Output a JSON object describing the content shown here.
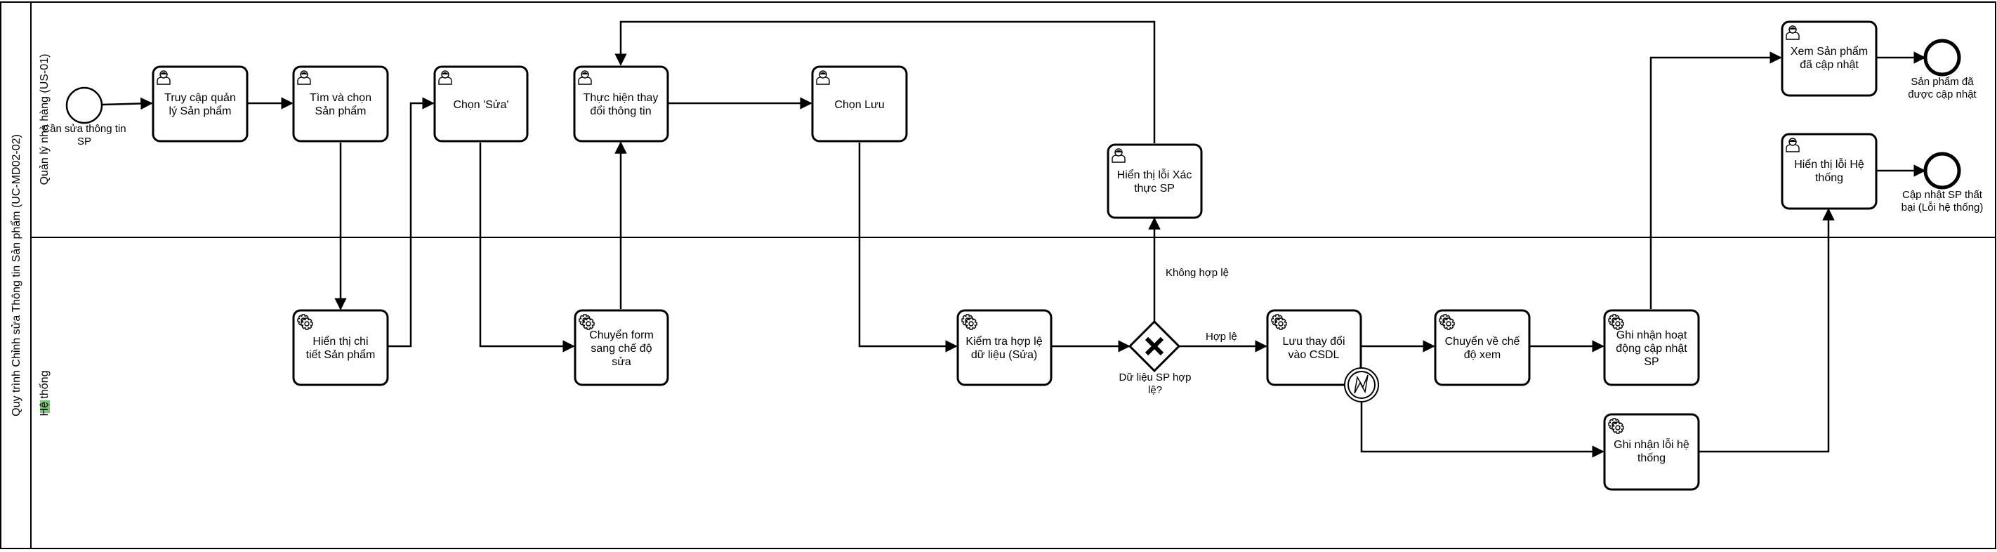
{
  "pool": {
    "title": "Quy trình Chỉnh sửa Thông tin Sản phẩm (UC-MD02-02)"
  },
  "lanes": {
    "manager": "Quản lý nhà hàng (US-01)",
    "system": "Hệ thống"
  },
  "events": {
    "start": "Cần sửa thông tin SP",
    "end_success": "Sản phẩm đã được cập nhật",
    "end_error": "Cập nhật SP thất bại (Lỗi hệ thống)"
  },
  "tasks": {
    "access": "Truy cập quản lý Sản phẩm",
    "find": "Tìm và chọn Sản phẩm",
    "show_detail": "Hiển thị chi tiết Sản phẩm",
    "choose_edit": "Chọn 'Sửa'",
    "edit_mode": "Chuyển form sang chế độ sửa",
    "do_change": "Thực hiện thay đổi thông tin",
    "choose_save": "Chọn Lưu",
    "validate": "Kiểm tra hợp lệ dữ liệu (Sửa)",
    "show_validation_error": "Hiển thị lỗi Xác thực SP",
    "save_db": "Lưu thay đổi vào CSDL",
    "view_mode": "Chuyển về chế độ xem",
    "log_update": "Ghi nhận hoạt động cập nhật SP",
    "view_updated": "Xem Sản phẩm đã cập nhật",
    "log_error": "Ghi nhận lỗi hệ thống",
    "show_system_error": "Hiển thị lỗi Hệ thống"
  },
  "gateway": {
    "label": "Dữ liệu SP hợp lệ?",
    "valid": "Hợp lệ",
    "invalid": "Không hợp lệ"
  }
}
